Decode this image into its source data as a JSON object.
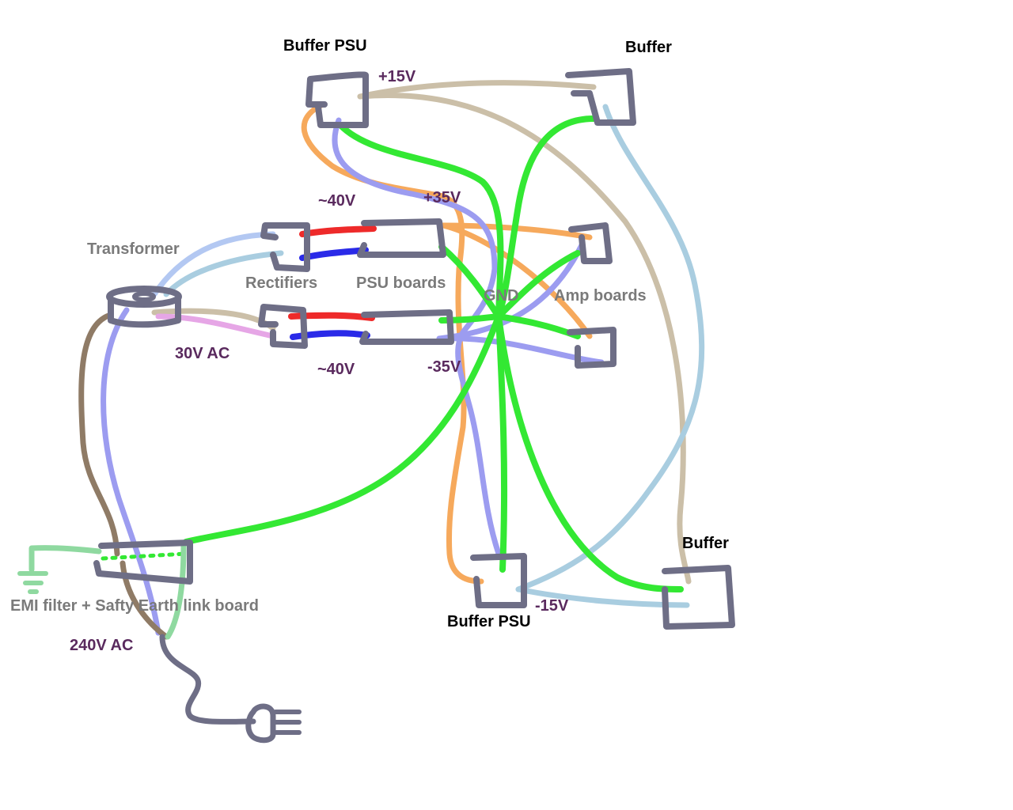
{
  "labels": {
    "buffer_psu_top": "Buffer PSU",
    "buffer_top": "Buffer",
    "plus15v": "+15V",
    "tilde40v_top": "~40V",
    "plus35v": "+35V",
    "transformer": "Transformer",
    "rectifiers": "Rectifiers",
    "psu_boards": "PSU boards",
    "gnd": "GND",
    "amp_boards": "Amp boards",
    "ac30v": "30V AC",
    "tilde40v_bottom": "~40V",
    "minus35v": "-35V",
    "buffer_bottom": "Buffer",
    "emi_filter": "EMI filter + Safty Earth link board",
    "minus15v": "-15V",
    "buffer_psu_bottom": "Buffer PSU",
    "ac240v": "240V AC"
  },
  "colors": {
    "black_label": "#000000",
    "grey_label": "#7a7a7a",
    "purple_label": "#5a2a5e",
    "box_outline": "#6e6e86",
    "green_wire": "#33e833",
    "light_green_wire": "#8fd9a0",
    "tan_wire": "#cbbfa8",
    "orange_wire": "#f6a95c",
    "lavender_wire": "#9c9cf0",
    "light_blue_wire": "#a9cde0",
    "pale_blue_wire": "#b3c8f2",
    "pink_wire": "#e6a6e6",
    "red_wire": "#ee2a2a",
    "blue_wire": "#2a2ae8",
    "brown_wire": "#8f7b66",
    "cable_grey": "#6e6e86"
  },
  "icons": {
    "mains_plug": "plug-icon",
    "earth": "earth-ground-icon"
  }
}
